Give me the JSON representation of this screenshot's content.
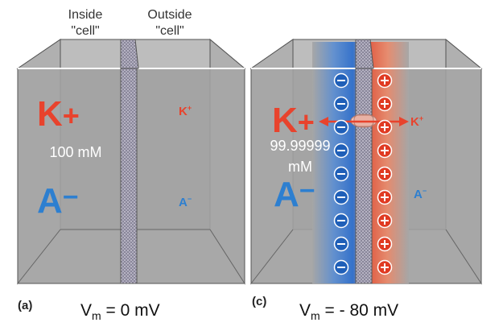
{
  "headers": {
    "inside": "Inside\n\"cell\"",
    "outside": "Outside\n\"cell\""
  },
  "panel_a": {
    "letter": "(a)",
    "k_label": "K",
    "k_sign": "+",
    "k_conc": "100 mM",
    "a_label": "A",
    "a_sign": "−",
    "k_out_label": "K",
    "k_out_sign": "+",
    "a_out_label": "A",
    "a_out_sign": "−",
    "vm_prefix": "V",
    "vm_sub": "m",
    "vm_value": " = 0 mV"
  },
  "panel_c": {
    "letter": "(c)",
    "k_label": "K",
    "k_sign": "+",
    "k_conc_line1": "99.99999",
    "k_conc_line2": "mM",
    "a_label": "A",
    "a_sign": "−",
    "k_out_label": "K",
    "k_out_sign": "+",
    "a_out_label": "A",
    "a_out_sign": "−",
    "vm_prefix": "V",
    "vm_sub": "m",
    "vm_value": " = - 80 mV",
    "charge_pairs": 9
  },
  "colors": {
    "box_face": "#a6a6a6",
    "box_top": "#bdbdbd",
    "box_floor": "#b4b4b4",
    "membrane": "#6e6a80",
    "potassium": "#e8432d",
    "anion": "#2d7fd0",
    "channel": "#f0c3b8"
  }
}
